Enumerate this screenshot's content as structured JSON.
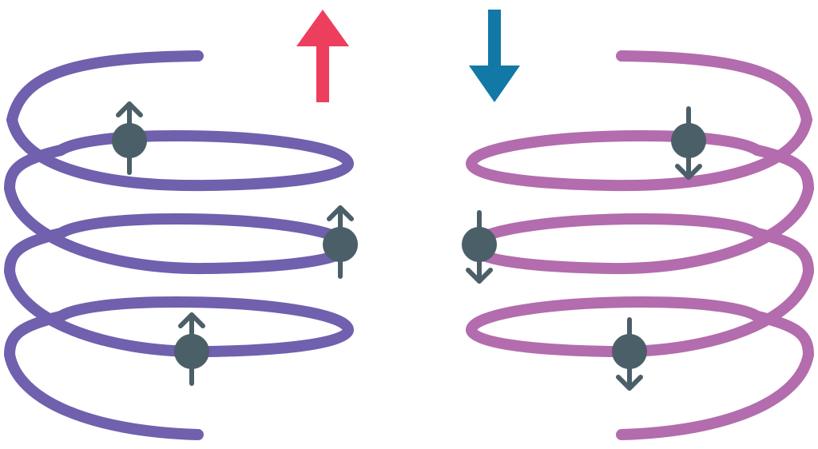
{
  "colors": {
    "left_coil": "#7060AD",
    "right_coil": "#B36CAD",
    "electron": "#4B5F68",
    "spin_up_arrow": "#EE3E5D",
    "spin_down_arrow": "#1278A6",
    "background": "#FFFFFF"
  },
  "coils": [
    {
      "name": "left-coil",
      "handedness": "left",
      "turns": 4,
      "electron_spin": "up",
      "electrons": 3
    },
    {
      "name": "right-coil",
      "handedness": "right",
      "turns": 4,
      "electron_spin": "down",
      "electrons": 3
    }
  ],
  "big_arrows": [
    {
      "name": "spin-up-arrow-icon",
      "direction": "up"
    },
    {
      "name": "spin-down-arrow-icon",
      "direction": "down"
    }
  ],
  "icons": [
    "spin-up-arrow-icon",
    "spin-down-arrow-icon",
    "electron-icon",
    "spin-arrow-icon"
  ]
}
